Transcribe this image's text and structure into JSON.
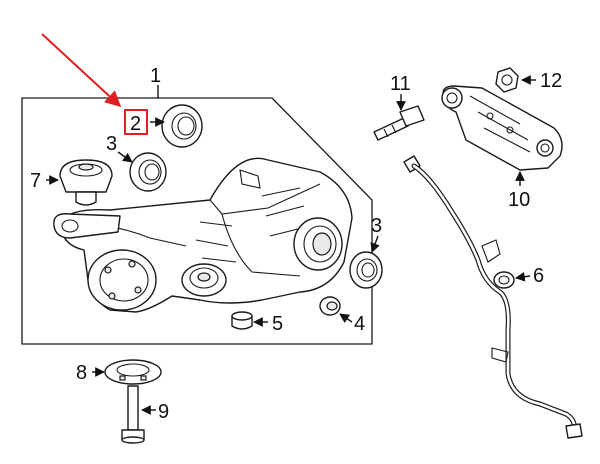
{
  "diagram": {
    "accent_color": "#e02020",
    "callouts": [
      {
        "id": "1",
        "text": "1"
      },
      {
        "id": "2",
        "text": "2",
        "highlighted": true
      },
      {
        "id": "3a",
        "text": "3"
      },
      {
        "id": "3b",
        "text": "3"
      },
      {
        "id": "4",
        "text": "4"
      },
      {
        "id": "5",
        "text": "5"
      },
      {
        "id": "6",
        "text": "6"
      },
      {
        "id": "7",
        "text": "7"
      },
      {
        "id": "8",
        "text": "8"
      },
      {
        "id": "9",
        "text": "9"
      },
      {
        "id": "10",
        "text": "10"
      },
      {
        "id": "11",
        "text": "11"
      },
      {
        "id": "12",
        "text": "12"
      }
    ]
  }
}
